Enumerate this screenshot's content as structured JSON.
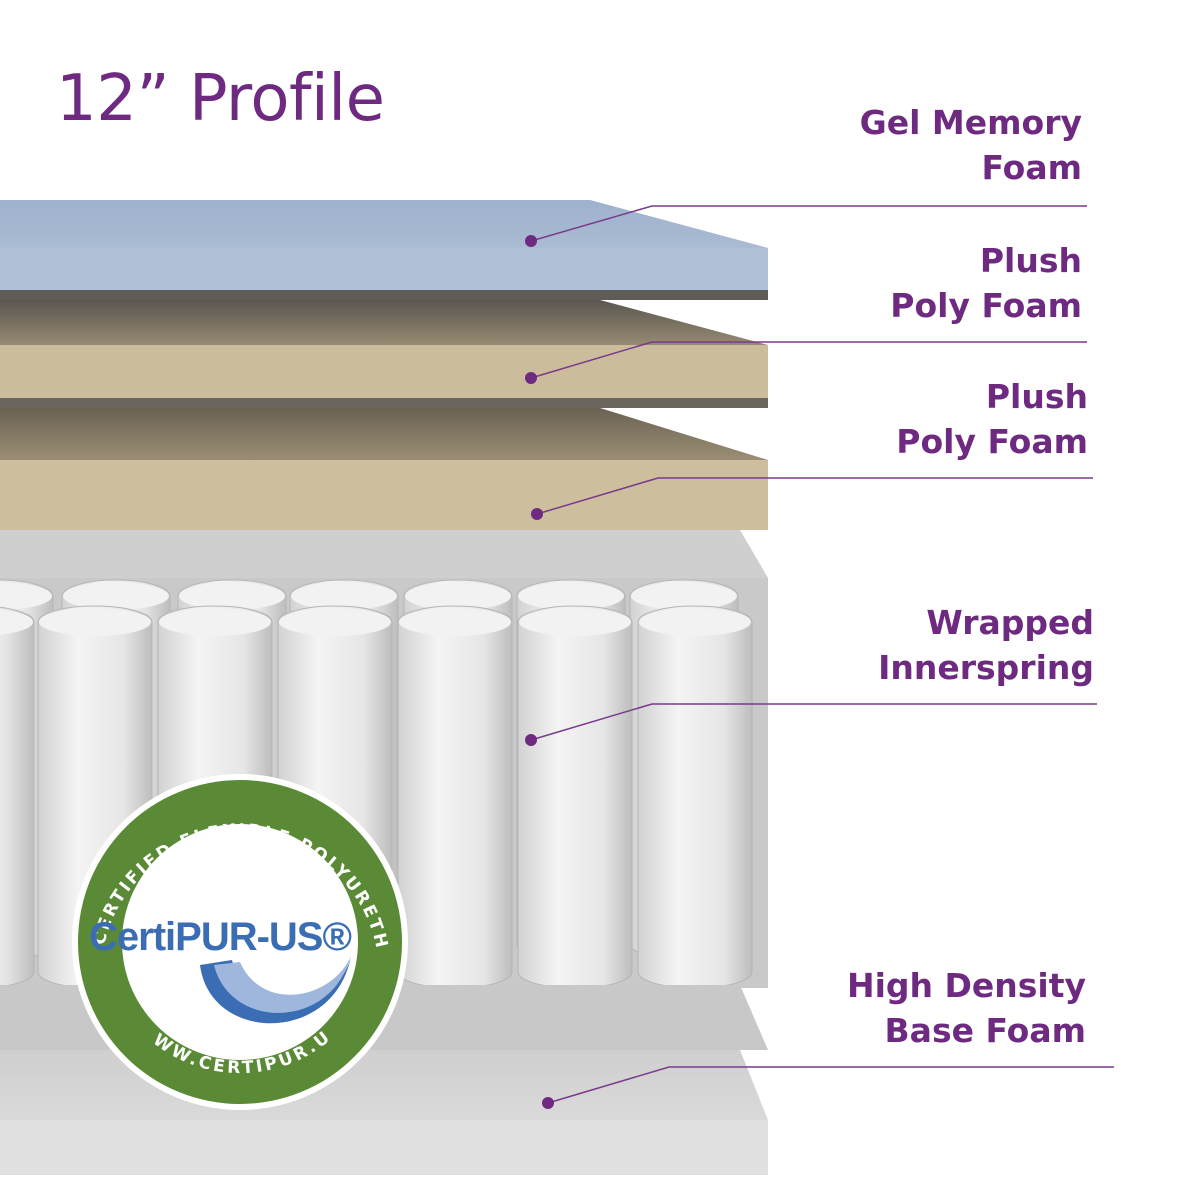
{
  "title": "12” Profile",
  "layers": [
    {
      "line1": "Gel Memory",
      "line2": "Foam"
    },
    {
      "line1": "Plush",
      "line2": "Poly Foam"
    },
    {
      "line1": "Plush",
      "line2": "Poly Foam"
    },
    {
      "line1": "Wrapped",
      "line2": "Innerspring"
    },
    {
      "line1": "High Density",
      "line2": "Base Foam"
    }
  ],
  "badge": {
    "brand": "CertiPUR-US®",
    "arc_text": "CONTAINS CERTIFIED FLEXIBLE POLYURETHANE FOAM",
    "url": "WWW.CERTIPUR.US",
    "ring_color": "#5a8a36",
    "text_color": "#3a6db3"
  },
  "colors": {
    "accent": "#6e2a80",
    "gel_foam": "#a9bad2",
    "poly_foam": "#c8b897",
    "coil": "#ebebeb",
    "base_foam": "#d8d8d8"
  }
}
